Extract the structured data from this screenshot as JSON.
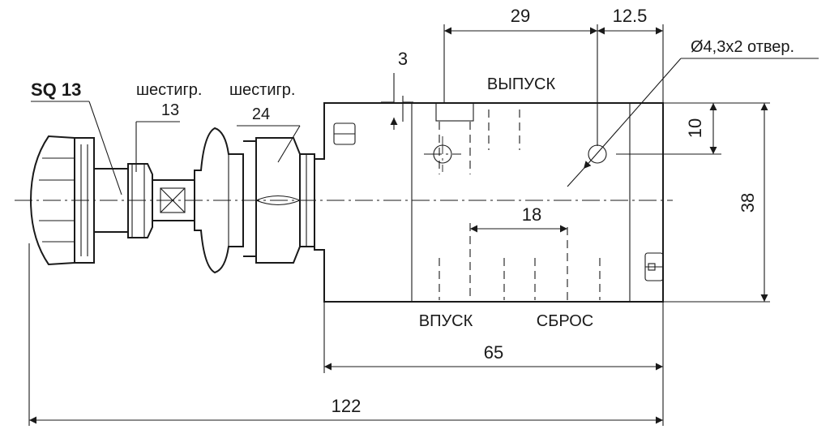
{
  "dimensions": {
    "d29": "29",
    "d12_5": "12.5",
    "d3": "3",
    "d10": "10",
    "d38": "38",
    "d18": "18",
    "d65": "65",
    "d122": "122"
  },
  "labels": {
    "sq": "SQ 13",
    "hex13_title": "шестигр.",
    "hex13_value": "13",
    "hex24_title": "шестигр.",
    "hex24_value": "24",
    "holes": "Ø4,3x2 отвер.",
    "outlet": "ВЫПУСК",
    "inlet": "ВПУСК",
    "exhaust": "СБРОС"
  }
}
